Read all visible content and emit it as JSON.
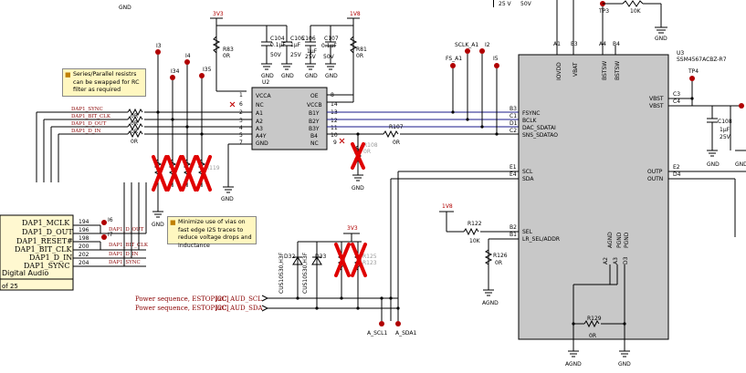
{
  "ic": {
    "u2": {
      "ref": "U2",
      "pins_left": [
        "VCCA",
        "NC",
        "A1",
        "A2",
        "A3",
        "A4Y",
        "GND"
      ],
      "pins_right": [
        "OE",
        "VCCB",
        "B1Y",
        "B2Y",
        "B3Y",
        "B4",
        "NC"
      ],
      "pin_nums_left": [
        "1",
        "6",
        "2",
        "3",
        "4",
        "5",
        "7"
      ],
      "pin_nums_right": [
        "8",
        "14",
        "13",
        "12",
        "11",
        "10",
        "9"
      ]
    },
    "u3": {
      "ref": "U3",
      "part": "SSM4567ACBZ-R7",
      "top_pins": [
        "IOVDD",
        "VBAT",
        "BSTSW",
        "BSTSW"
      ],
      "top_nums": [
        "A1",
        "E3",
        "A4",
        "B4"
      ],
      "left_pins": [
        "FSYNC",
        "BCLK",
        "DAC_SDATAI",
        "SNS_SDATAO",
        "SCL",
        "SDA",
        "SEL",
        "LR_SEL/ADDR"
      ],
      "left_nums": [
        "B3",
        "C1",
        "D1",
        "C2",
        "E1",
        "E4",
        "B2",
        "B1"
      ],
      "right_pins": [
        "VBST",
        "VBST",
        "OUTP",
        "OUTN"
      ],
      "right_nums": [
        "C3",
        "C4",
        "E2",
        "D4"
      ],
      "bottom_pins": [
        "AGND",
        "PGND",
        "PGND"
      ],
      "bottom_nums": [
        "A2",
        "A3",
        "D3"
      ]
    }
  },
  "rails": {
    "r3v3": "3V3",
    "r1v8": "1V8",
    "v1v8b": "1V8",
    "r3v3b": "3V3"
  },
  "parts": {
    "r83": {
      "ref": "R83",
      "val": "0R"
    },
    "c104": {
      "ref": "C104",
      "val": "0.1µF",
      "volt": "50V"
    },
    "c105": {
      "ref": "C105",
      "val": "1µF",
      "volt": "25V"
    },
    "c106": {
      "ref": "C106",
      "val": "1µF",
      "volt": "25V"
    },
    "c107": {
      "ref": "C107",
      "val": "0.1µF",
      "volt": "50V"
    },
    "r81": {
      "ref": "R81",
      "val": "0R"
    },
    "r107": {
      "ref": "R107",
      "val": "0R"
    },
    "r108": {
      "ref": "R108",
      "val": "0R"
    },
    "r122": {
      "ref": "R122",
      "val": "10K"
    },
    "r126": {
      "ref": "R126",
      "val": "0R"
    },
    "r129": {
      "ref": "R129",
      "val": "0R"
    },
    "c108": {
      "ref": "C108",
      "val": "1µF",
      "volt": "25V"
    },
    "d32": {
      "ref": "D32",
      "part": "CUS10S30,H3F"
    },
    "d33": {
      "ref": "D33",
      "part": "CUS10S30,H3F"
    },
    "r125": {
      "ref": "R125"
    },
    "r123": {
      "ref": "R123"
    },
    "r119": {
      "ref": "R119"
    },
    "r10k": {
      "val": "10K"
    },
    "series_vals": [
      "0R",
      "0R",
      "0R",
      "0R"
    ]
  },
  "testpoints": {
    "i3": "I3",
    "i4": "I4",
    "i34": "I34",
    "i35": "I35",
    "i2": "I2",
    "i5": "I5",
    "fs": "FS_A1",
    "sclk": "SCLK_A1",
    "tp3": "TP3",
    "tp4": "TP4",
    "ascl": "A_SCL1",
    "asda": "A_SDA1",
    "i6": "I6",
    "i7": "I7"
  },
  "nets": {
    "left": [
      "DAP1_SYNC",
      "DAP1_BIT_CLK",
      "DAP1_D_OUT",
      "DAP1_D_IN"
    ],
    "bottom": [
      "DAP1_D_OUT",
      "DAP1_BIT_CLK",
      "DAP1_D_IN",
      "DAP1_SYNC"
    ]
  },
  "top_fragments": {
    "gnd": "GND",
    "v25": "25 V",
    "v50": "50V"
  },
  "gnd_label": "GND",
  "agnd_label": "AGND",
  "connector": {
    "pins": [
      {
        "name": "DAP1_MCLK",
        "num": "194"
      },
      {
        "name": "DAP1_D_OUT",
        "num": "196"
      },
      {
        "name": "DAP1_RESET#",
        "num": "198"
      },
      {
        "name": "DAP1_BIT_CLK",
        "num": "200"
      },
      {
        "name": "DAP1_D_IN",
        "num": "202"
      },
      {
        "name": "DAP1_SYNC",
        "num": "204"
      }
    ],
    "title": "Digital Audio",
    "sheet": "of 25"
  },
  "power_seq": [
    {
      "prefix": "Power sequence, ESTOP[6C]",
      "net": "I2C_AUD_SCL"
    },
    {
      "prefix": "Power sequence, ESTOP[6C]",
      "net": "I2C_AUD_SDA"
    }
  ],
  "notes": {
    "series": "Series/Parallel resistrs can be swapped for RC filter as required",
    "vias": "Minimize use of vias on fast edge I2S traces to reduce voltage drops and inductance"
  },
  "colors": {
    "wire": "#000000",
    "chip": "#c8c8c8",
    "net_label": "#8a0000",
    "dnp": "#e00000",
    "note_bg": "#fff7c0",
    "bus": "#1a1a8a"
  }
}
